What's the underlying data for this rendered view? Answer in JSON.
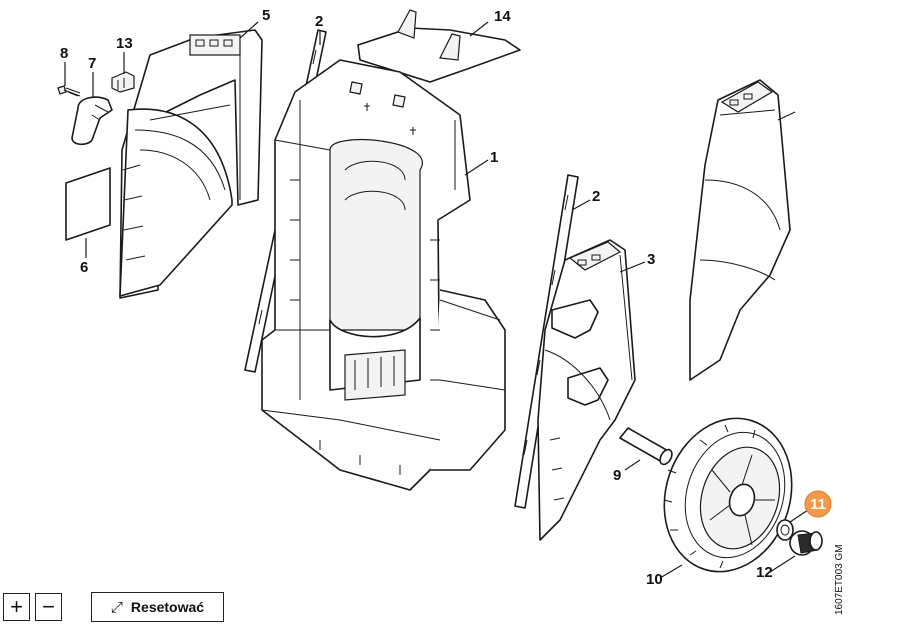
{
  "diagram": {
    "labels": {
      "l1": "1",
      "l2a": "2",
      "l2b": "2",
      "l3": "3",
      "l5": "5",
      "l6": "6",
      "l7": "7",
      "l8": "8",
      "l9": "9",
      "l10": "10",
      "l11": "11",
      "l12": "12",
      "l13": "13",
      "l14": "14"
    },
    "drawing_code": "1607ET003 GM",
    "highlighted_part": "11",
    "highlight_color": "#f39a4a"
  },
  "controls": {
    "zoom_in_label": "+",
    "zoom_out_label": "−",
    "reset_icon": "⤢",
    "reset_label": "Resetować"
  }
}
